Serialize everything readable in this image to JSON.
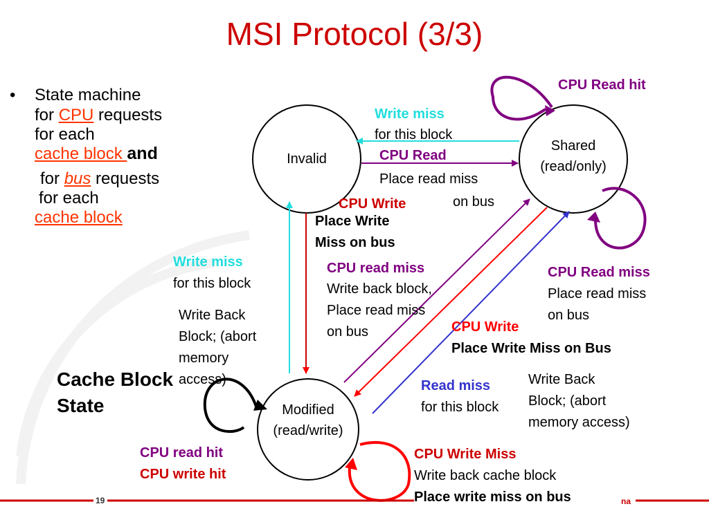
{
  "title": "MSI Protocol (3/3)",
  "bullet": {
    "mark": "•",
    "line1": "State machine",
    "for1": "for ",
    "cpu": "CPU",
    "requests1": " requests",
    "for_each1": "for each",
    "cache_block1": "cache block ",
    "and": "and",
    "for2": "for ",
    "bus": "bus",
    "requests2": " requests",
    "for_each2": "for each",
    "cache_block2": "cache block"
  },
  "legend": {
    "line1": "Cache Block",
    "line2": "State"
  },
  "states": {
    "invalid": "Invalid",
    "shared_1": "Shared",
    "shared_2": "(read/only)",
    "modified_1": "Modified",
    "modified_2": "(read/write)"
  },
  "labels": {
    "cpu_read_hit": "CPU Read hit",
    "write_miss_top_1": "Write miss",
    "write_miss_top_2": "for this block",
    "cpu_read": "CPU Read",
    "place_read_miss_1": "Place read miss",
    "place_read_miss_2": "on bus",
    "cpu_write": "CPU Write",
    "place_write_1": "Place Write",
    "place_write_2": "Miss on bus",
    "write_miss_left_1": "Write miss",
    "write_miss_left_2": "for this block",
    "write_back_left_1": "Write Back",
    "write_back_left_2": "Block; (abort",
    "write_back_left_3": "memory",
    "write_back_left_4": "access)",
    "cpu_read_miss": "CPU read miss",
    "write_back_block": "Write back block,",
    "place_read_miss_mid_1": "Place read miss",
    "place_read_miss_mid_2": "on bus",
    "cpu_read_miss_right": "CPU Read miss",
    "place_read_miss_right_1": "Place read miss",
    "place_read_miss_right_2": "on bus",
    "cpu_write_right": "CPU Write",
    "place_write_miss_on_bus": "Place Write Miss on Bus",
    "read_miss": "Read miss",
    "read_miss_2": "for this block",
    "write_back_right_1": "Write Back",
    "write_back_right_2": "Block; (abort",
    "write_back_right_3": "memory access)",
    "cpu_read_hit_mod": "CPU read hit",
    "cpu_write_hit_mod": "CPU write hit",
    "cpu_write_miss": "CPU Write Miss",
    "write_back_cache_block": "Write back cache block",
    "place_write_miss_bus": "Place write miss on bus"
  },
  "footer": {
    "page_number": "19",
    "tail": "na"
  },
  "colors": {
    "title": "#cc0000",
    "red": "#ff0000",
    "purple": "#800080",
    "cyan": "#22dddd",
    "blue": "#3333cc",
    "footer_line": "#cc0000"
  }
}
